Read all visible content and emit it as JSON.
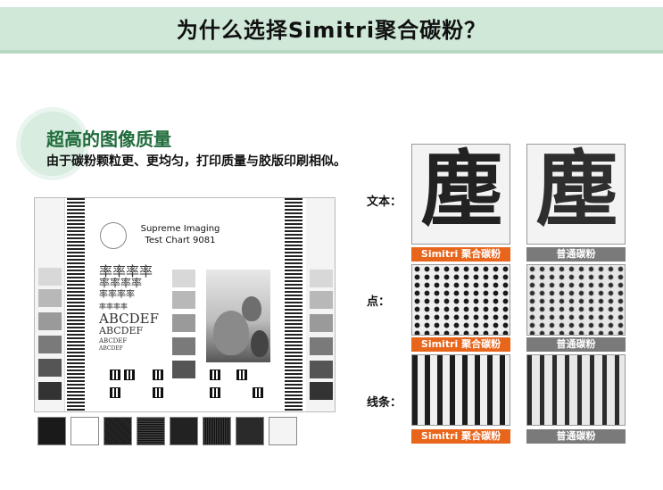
{
  "header": {
    "title": "为什么选择Simitri聚合碳粉？"
  },
  "section": {
    "title": "超高的图像质量",
    "description": "由于碳粉颗粒更、更均匀，打印质量与胶版印刷相似。"
  },
  "test_chart": {
    "title_line1": "Supreme Imaging",
    "title_line2": "Test Chart 9081",
    "hanzi_lines": [
      "率率率率",
      "率率率率",
      "率率率率",
      "率率率率"
    ],
    "latin_lines": [
      "ABCDEF",
      "ABCDEF",
      "ABCDEF",
      "ABCDEF"
    ]
  },
  "comparison": {
    "rows": [
      {
        "label": "文本：",
        "glyph": "塵"
      },
      {
        "label": "点："
      },
      {
        "label": "线条："
      }
    ],
    "simitri_label": "Simitri 聚合碳粉",
    "normal_label": "普通碳粉"
  },
  "colors": {
    "banner": "#cfe8d8",
    "accent_green": "#1f6b3a",
    "simitri_orange": "#e8651c",
    "normal_gray": "#7a7a7a"
  }
}
